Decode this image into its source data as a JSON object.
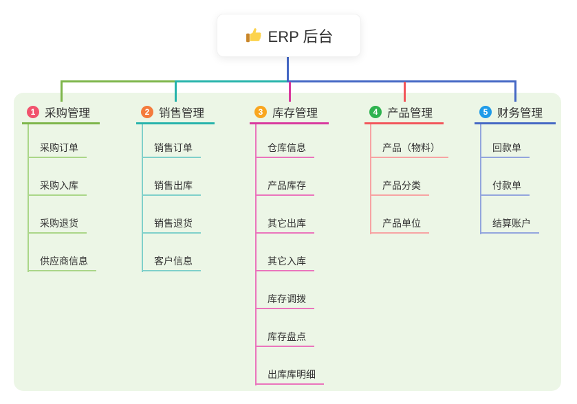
{
  "root": {
    "label": "ERP 后台",
    "icon": "thumbs-up-icon"
  },
  "colors": {
    "page_bg": "#ffffff",
    "panel_bg": "#ecf6e6",
    "root_line": "#4467c4",
    "text": "#333333"
  },
  "branches": [
    {
      "num": "1",
      "label": "采购管理",
      "badge_color": "#f1536d",
      "line_color": "#7db54a",
      "child_line_color": "#aad688",
      "children": [
        "采购订单",
        "采购入库",
        "采购退货",
        "供应商信息"
      ]
    },
    {
      "num": "2",
      "label": "销售管理",
      "badge_color": "#f47b3c",
      "line_color": "#26b3ab",
      "child_line_color": "#7fd0ca",
      "children": [
        "销售订单",
        "销售出库",
        "销售退货",
        "客户信息"
      ]
    },
    {
      "num": "3",
      "label": "库存管理",
      "badge_color": "#f9a61f",
      "line_color": "#d8389e",
      "child_line_color": "#ea74bc",
      "children": [
        "仓库信息",
        "产品库存",
        "其它出库",
        "其它入库",
        "库存调拨",
        "库存盘点",
        "出库库明细"
      ]
    },
    {
      "num": "4",
      "label": "产品管理",
      "badge_color": "#2eb34f",
      "line_color": "#f2555a",
      "child_line_color": "#f7a3a3",
      "children": [
        "产品（物料）",
        "产品分类",
        "产品单位"
      ]
    },
    {
      "num": "5",
      "label": "财务管理",
      "badge_color": "#1e9be9",
      "line_color": "#4467c4",
      "child_line_color": "#93a5dd",
      "children": [
        "回款单",
        "付款单",
        "结算账户"
      ]
    }
  ]
}
